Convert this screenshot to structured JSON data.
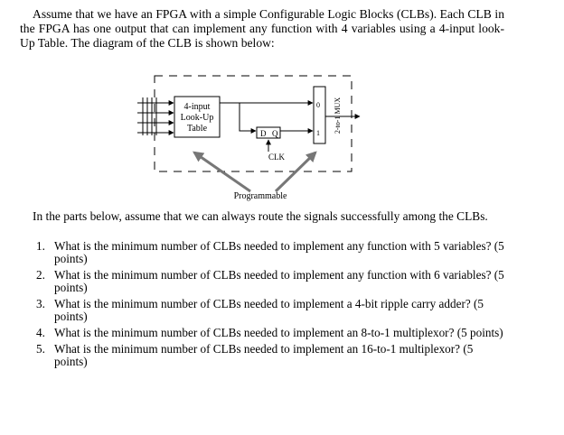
{
  "intro": "Assume that we have an FPGA with a simple Configurable Logic Blocks (CLBs). Each CLB in the FPGA has one output that can implement any function with 4 variables using a 4-input look-Up Table. The diagram of the CLB is shown below:",
  "diagram": {
    "lut_line1": "4-input",
    "lut_line2": "Look-Up",
    "lut_line3": "Table",
    "ff_d": "D",
    "ff_q": "Q",
    "ff_clk": "CLK",
    "mux_in0": "0",
    "mux_in1": "1",
    "mux_label": "2-to-1 MUX",
    "programmable": "Programmable"
  },
  "note": "In the parts below, assume that we can always route the signals successfully among the CLBs.",
  "questions": [
    {
      "num": "1.",
      "text": "What is the minimum number of CLBs needed to implement any function with 5 variables? (5 points)"
    },
    {
      "num": "2.",
      "text": "What is the minimum number of CLBs needed to implement any function with 6 variables? (5 points)"
    },
    {
      "num": "3.",
      "text": "What is the minimum number of CLBs needed to implement a 4-bit ripple carry adder? (5 points)"
    },
    {
      "num": "4.",
      "text": "What is the minimum number of CLBs needed to implement an 8-to-1 multiplexor? (5 points)"
    },
    {
      "num": "5.",
      "text": "What is the minimum number of CLBs needed to implement an 16-to-1 multiplexor? (5 points)"
    }
  ]
}
